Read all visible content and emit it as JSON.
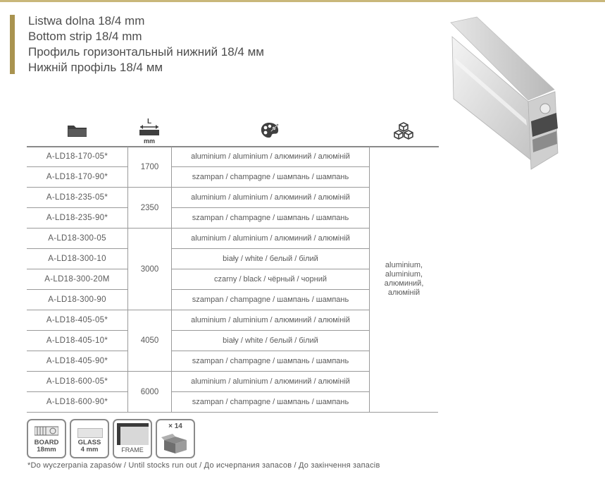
{
  "titles": [
    "Listwa dolna 18/4 mm",
    "Bottom strip 18/4 mm",
    "Профиль горизонтальный нижний 18/4 мм",
    "Нижній профіль 18/4 мм"
  ],
  "header": {
    "length_icon_letter": "L",
    "length_icon_unit": "mm"
  },
  "table": {
    "groups": [
      {
        "length": "1700",
        "rows": [
          {
            "code": "A-LD18-170-05*",
            "color": "aluminium / aluminium / алюминий / алюміній"
          },
          {
            "code": "A-LD18-170-90*",
            "color": "szampan / champagne / шампань / шампань"
          }
        ]
      },
      {
        "length": "2350",
        "rows": [
          {
            "code": "A-LD18-235-05*",
            "color": "aluminium / aluminium / алюминий / алюміній"
          },
          {
            "code": "A-LD18-235-90*",
            "color": "szampan / champagne / шампань / шампань"
          }
        ]
      },
      {
        "length": "3000",
        "rows": [
          {
            "code": "A-LD18-300-05",
            "color": "aluminium / aluminium / алюминий / алюміній"
          },
          {
            "code": "A-LD18-300-10",
            "color": "biały / white / белый / білий"
          },
          {
            "code": "A-LD18-300-20M",
            "color": "czarny / black / чёрный / чорний"
          },
          {
            "code": "A-LD18-300-90",
            "color": "szampan / champagne / шампань / шампань"
          }
        ]
      },
      {
        "length": "4050",
        "rows": [
          {
            "code": "A-LD18-405-05*",
            "color": "aluminium / aluminium / алюминий / алюміній"
          },
          {
            "code": "A-LD18-405-10*",
            "color": "biały / white / белый / білий"
          },
          {
            "code": "A-LD18-405-90*",
            "color": "szampan / champagne / шампань / шампань"
          }
        ]
      },
      {
        "length": "6000",
        "rows": [
          {
            "code": "A-LD18-600-05*",
            "color": "aluminium / aluminium / алюминий / алюміній"
          },
          {
            "code": "A-LD18-600-90*",
            "color": "szampan / champagne / шампань / шампань"
          }
        ]
      }
    ],
    "material": [
      "aluminium,",
      "aluminium,",
      "алюминий,",
      "алюміній"
    ]
  },
  "badges": {
    "board": [
      "BOARD",
      "18mm"
    ],
    "glass": [
      "GLASS",
      "4 mm"
    ],
    "frame": "FRAME",
    "pack": "× 14"
  },
  "footnote": "*Do wyczerpania zapasów / Until stocks run out / До исчерпания запасов / До закінчення запасів",
  "colors": {
    "accent": "#a9934f",
    "line": "#9a9a9a",
    "text": "#4d4d4d"
  }
}
